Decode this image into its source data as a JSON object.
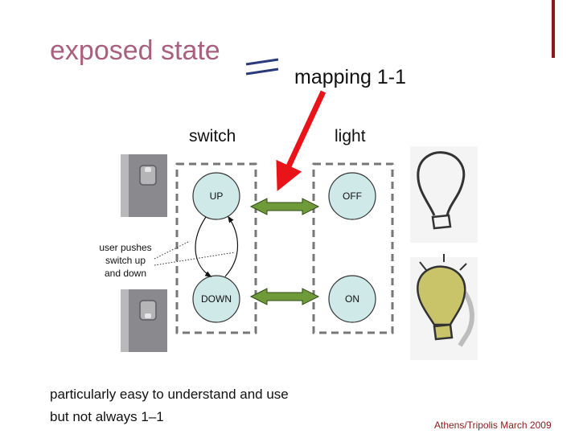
{
  "title": "exposed state",
  "mapping_label": "mapping 1-1",
  "columns": {
    "switch": "switch",
    "light": "light"
  },
  "states": {
    "switch_up": "UP",
    "switch_down": "DOWN",
    "light_off": "OFF",
    "light_on": "ON"
  },
  "annotation": [
    "user pushes",
    "switch up",
    "and down"
  ],
  "body_lines": [
    "particularly easy to understand and use",
    "but not always 1–1"
  ],
  "footer": "Athens/Tripolis  March 2009",
  "colors": {
    "title": "#a8607e",
    "circle_fill": "#cfe8e8",
    "arrow_green": "#6e9a3a",
    "pointer_red": "#e8141a",
    "footer": "#8b1a1a"
  }
}
